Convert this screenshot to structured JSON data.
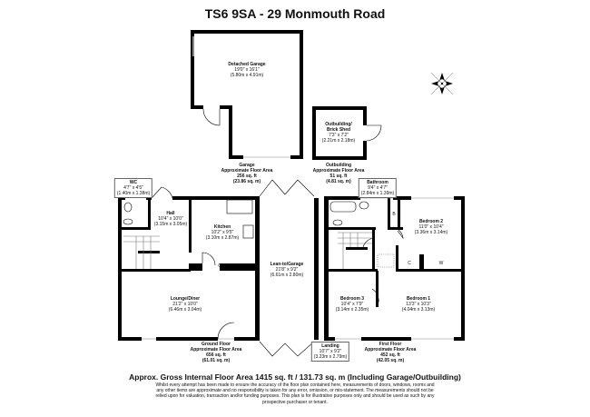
{
  "title": "TS6 9SA - 29 Monmouth Road",
  "rooms": {
    "garage": {
      "name": "Detached Garage",
      "imperial": "19'0\" x 16'1\"",
      "metric": "(5.80m x 4.91m)"
    },
    "shed": {
      "name": "Outbuilding/ Brick Shed",
      "imperial": "7'3\" x 7'2\"",
      "metric": "(2.21m x 2.18m)"
    },
    "wc": {
      "name": "WC",
      "imperial": "4'7\" x 4'5\"",
      "metric": "(1.40m x 1.38m)"
    },
    "hall": {
      "name": "Hall",
      "imperial": "10'4\" x 10'0\"",
      "metric": "(3.15m x 3.05m)"
    },
    "kitchen": {
      "name": "Kitchen",
      "imperial": "10'2\" x 9'5\"",
      "metric": "(3.10m x 2.87m)"
    },
    "lounge": {
      "name": "Lounge/Diner",
      "imperial": "21'2\" x 10'0\"",
      "metric": "(6.46m x 3.04m)"
    },
    "leanto": {
      "name": "Lean-to/Garage",
      "imperial": "21'8\" x 9'2\"",
      "metric": "(6.61m x 2.80m)"
    },
    "bathroom": {
      "name": "Bathroom",
      "imperial": "9'4\" x 4'7\"",
      "metric": "(2.84m x 1.39m)"
    },
    "bedroom2": {
      "name": "Bedroom 2",
      "imperial": "11'0\" x 10'4\"",
      "metric": "(3.36m x 3.14m)"
    },
    "bedroom3": {
      "name": "Bedroom 3",
      "imperial": "10'4\" x 7'9\"",
      "metric": "(3.14m x 2.35m)"
    },
    "bedroom1": {
      "name": "Bedroom 1",
      "imperial": "13'3\" x 10'3\"",
      "metric": "(4.04m x 3.13m)"
    },
    "landing": {
      "name": "Landing",
      "imperial": "10'7\" x 9'2\"",
      "metric": "(3.23m x 2.79m)"
    },
    "cupboard_b": "B",
    "cupboard_c1": "C",
    "cupboard_c2": "C",
    "wardrobe": "W"
  },
  "areas": {
    "garage": {
      "label": "Garage",
      "sub": "Approximate Floor Area",
      "sqft": "256 sq. ft",
      "sqm": "(23.86 sq. m)"
    },
    "outbuilding": {
      "label": "Outbuilding",
      "sub": "Approximate Floor Area",
      "sqft": "51 sq. ft",
      "sqm": "(4.81 sq. m)"
    },
    "ground": {
      "label": "Ground Floor",
      "sub": "Approximate Floor Area",
      "sqft": "656 sq. ft",
      "sqm": "(61.01 sq. m)"
    },
    "first": {
      "label": "First Floor",
      "sub": "Approximate Floor Area",
      "sqft": "452 sq. ft",
      "sqm": "(42.05 sq. m)"
    }
  },
  "gross": "Approx. Gross Internal Floor Area 1415 sq. ft / 131.73 sq. m (Including Garage/Outbuilding)",
  "disclaimer": "Whilst every attempt has been made to ensure the accuracy of the floor plan contained here, measurements of doors, windows, rooms and any other items are approximate and no responsibility is taken for any error, omission, or mis-statement. The measurements should not be relied upon for valuation, transaction and/or funding purposes. This plan is for illustrative purposes only and should be used as such by any prospective purchaser or tenant.",
  "icons": {
    "compass": "compass-rose-icon"
  },
  "colors": {
    "wall": "#000000",
    "background": "#ffffff"
  }
}
